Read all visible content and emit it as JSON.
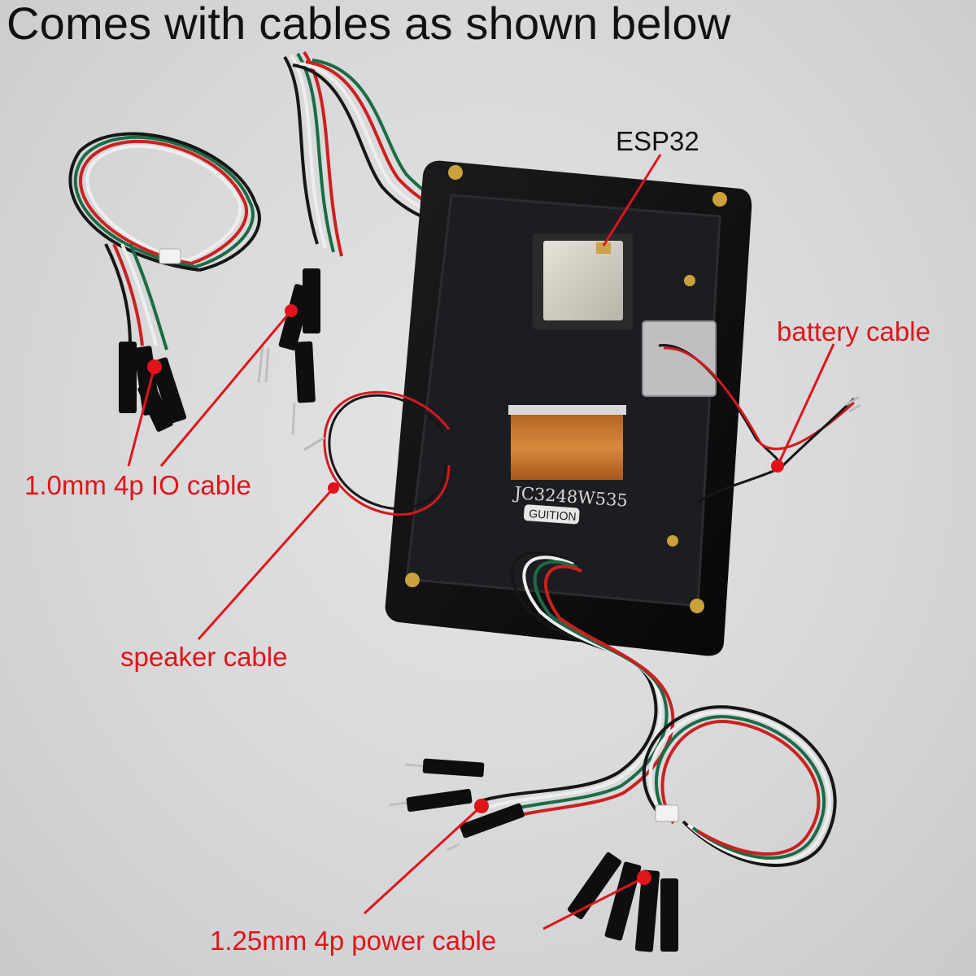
{
  "title": "Comes with cables as shown below",
  "labels": {
    "esp32": "ESP32",
    "battery_cable": "battery cable",
    "io_cable": "1.0mm 4p IO cable",
    "speaker_cable": "speaker cable",
    "power_cable": "1.25mm 4p power cable"
  },
  "board": {
    "model_marking": "JC3248W535",
    "brand_marking": "GUITION"
  },
  "colors": {
    "label_red": "#e0141a",
    "title_black": "#111111",
    "pcb": "#1b1c1e",
    "case": "#0d0d0e",
    "flex_cable": "#c8742e"
  }
}
